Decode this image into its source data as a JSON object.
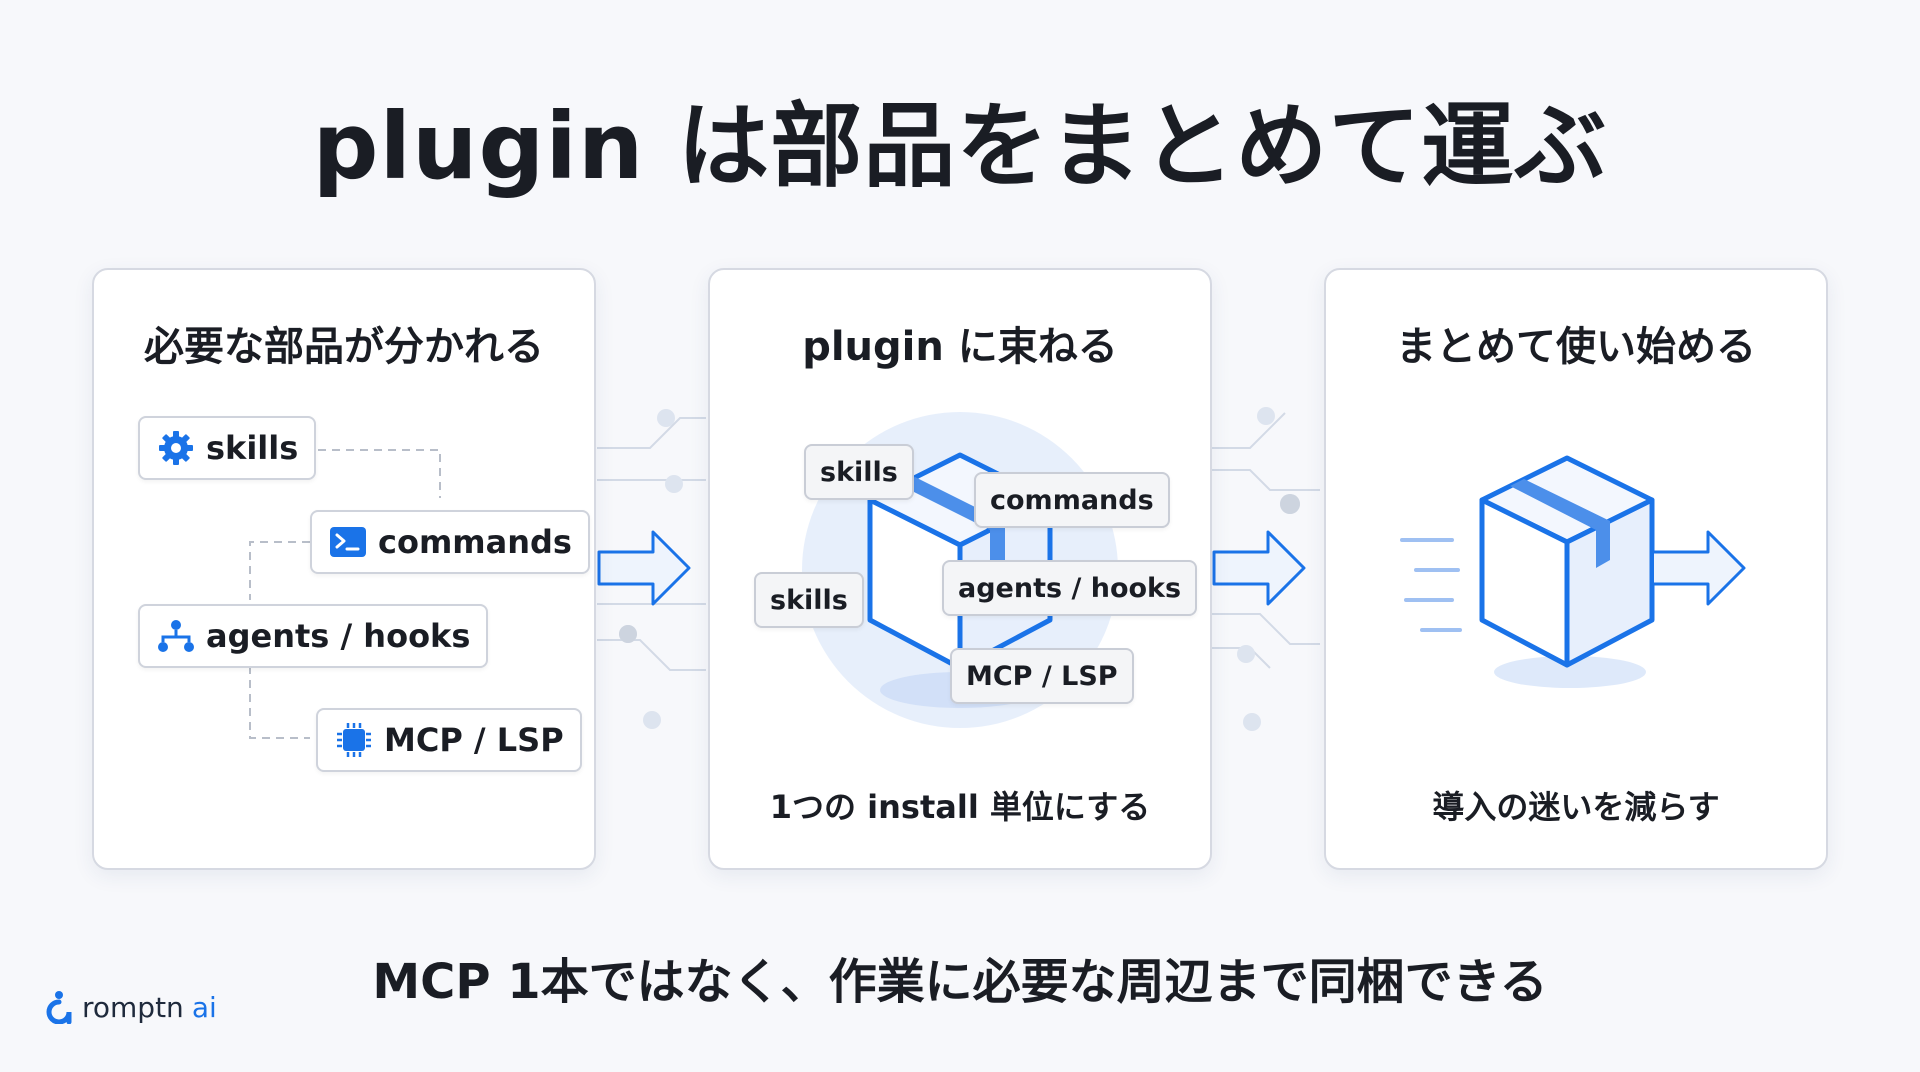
{
  "title": "plugin は部品をまとめて運ぶ",
  "panels": [
    {
      "title": "必要な部品が分かれる",
      "items": [
        {
          "label": "skills",
          "icon": "gear-icon"
        },
        {
          "label": "commands",
          "icon": "terminal-icon"
        },
        {
          "label": "agents / hooks",
          "icon": "hierarchy-icon"
        },
        {
          "label": "MCP / LSP",
          "icon": "chip-icon"
        }
      ]
    },
    {
      "title": "plugin に束ねる",
      "items": [
        {
          "label": "skills"
        },
        {
          "label": "commands"
        },
        {
          "label": "skills"
        },
        {
          "label": "agents / hooks"
        },
        {
          "label": "MCP / LSP"
        }
      ],
      "caption": "1つの install 単位にする"
    },
    {
      "title": "まとめて使い始める",
      "caption": "導入の迷いを減らす"
    }
  ],
  "footer": "MCP 1本ではなく、作業に必要な周辺まで同梱できる",
  "logo": {
    "name": "romptn",
    "suffix": "ai"
  },
  "colors": {
    "accent": "#1a73e8",
    "accent_light": "#dbe8fb",
    "border": "#d6d9e2",
    "text": "#1a1d24"
  }
}
